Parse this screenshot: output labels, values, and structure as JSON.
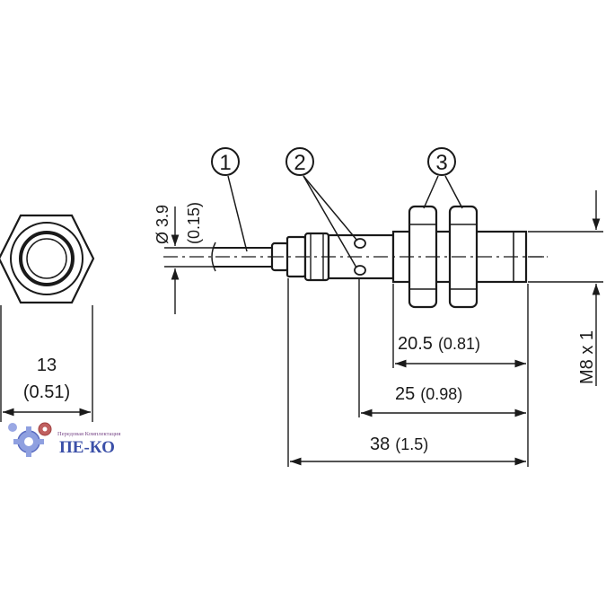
{
  "hex_view": {
    "width_value": "13",
    "width_imperial": "(0.51)"
  },
  "side_view": {
    "diameter_label": "Ø 3.9",
    "diameter_imperial": "(0.15)",
    "callouts": [
      "1",
      "2",
      "3"
    ],
    "dim_thread_len": "20.5",
    "dim_thread_len_imperial": "(0.81)",
    "dim_body_len": "25",
    "dim_body_len_imperial": "(0.98)",
    "dim_total_len": "38",
    "dim_total_len_imperial": "(1.5)",
    "thread_label": "M8 x 1"
  },
  "logo": {
    "name": "ПЕ-КО",
    "tagline": "Передовая Комплектация"
  },
  "colors": {
    "line": "#1a1a1a",
    "logo_blue": "#3a4fa8",
    "logo_gear": "#6a7fd0",
    "logo_accent": "#c03a3a"
  }
}
